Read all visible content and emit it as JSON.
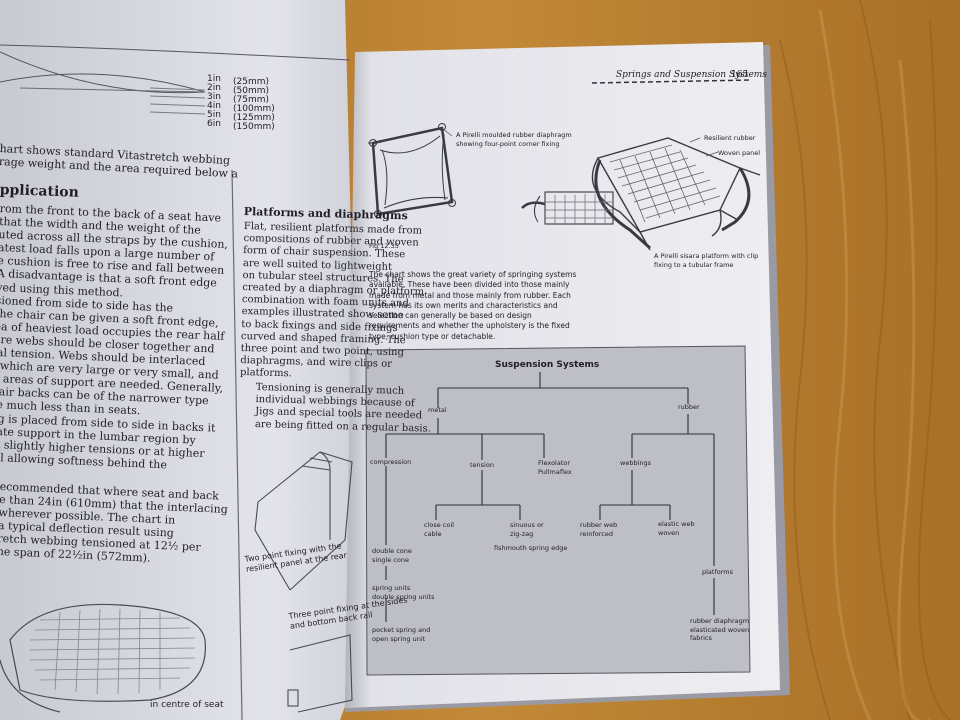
{
  "left_page": {
    "measure_table": [
      {
        "inch": "1in",
        "mm": "(25mm)"
      },
      {
        "inch": "2in",
        "mm": "(50mm)"
      },
      {
        "inch": "3in",
        "mm": "(75mm)"
      },
      {
        "inch": "4in",
        "mm": "(100mm)"
      },
      {
        "inch": "5in",
        "mm": "(125mm)"
      },
      {
        "inch": "6in",
        "mm": "(150mm)"
      }
    ],
    "intro_lines": [
      "hart shows standard Vitastretch webbing",
      "rage weight and the area required below a"
    ],
    "application_heading": "pplication",
    "application_lines": [
      "rom the front to the back of a seat have",
      "that the width and the weight of the",
      "uted across all the straps by the cushion,",
      "atest load falls upon a large number of",
      "e cushion is free to rise and fall between",
      "A disadvantage is that a soft front edge",
      "ved using this method.",
      "sioned from side to side has the",
      "the chair can be given a soft front edge,",
      "ea of heaviest load occupies the rear half",
      "ere webs should be closer together and",
      "ial tension. Webs should be interlaced",
      ", which are very large or very small, and",
      "n areas of support are needed. Generally,",
      "hair backs can be of the narrower type",
      "re much less than in seats.",
      "ng is placed from side to side in backs it",
      "eate support in the lumbar region by",
      "at slightly higher tensions or at higher",
      "till allowing softness behind the"
    ],
    "recommend_lines": [
      "ecommended that where seat and back",
      "e than 24in (610mm) that the interlacing",
      "wherever possible. The chart in",
      "a typical deflection result using",
      "retch webbing tensioned at 12½ per",
      "he span of 22½in (572mm)."
    ],
    "bottom_caption": "in centre of seat",
    "platforms_heading": "Platforms and diaphragms",
    "platforms_lines": [
      "Flat, resilient platforms made from",
      "compositions of rubber and woven",
      "form of chair suspension. These",
      "are well suited to lightweight",
      "on tubular steel structures. The",
      "created by a diaphragm or platform",
      "combination with foam units and",
      "examples illustrated show some",
      "to back fixings and side fixings",
      "curved and shaped framing. The",
      "three point and two point, using",
      "diaphragms, and wire clips or",
      "platforms."
    ],
    "tension_lines": [
      "Tensioning is generally much",
      "individual webbings because of",
      "Jigs and special tools are needed",
      "are being fitted on a regular basis."
    ],
    "two_point_caption": [
      "Two point fixing with the",
      "resilient panel at the rear"
    ],
    "three_point_caption": [
      "Three point fixing at the sides",
      "and bottom back rail"
    ]
  },
  "right_page": {
    "header_title": "Springs and Suspension Systems",
    "page_number": "165",
    "diaphragm_caption": [
      "A Pirelli moulded rubber diaphragm",
      "showing four-point corner fixing"
    ],
    "fig_label": "Fig 12.35",
    "resilient_label": "Resilient rubber",
    "woven_label": "Woven panel",
    "platform_caption": [
      "A Pirelli sisara platform with clip",
      "fixing to a tubular frame"
    ],
    "body_lines": [
      "The chart shows the great variety of springing systems",
      "available. These have been divided into those mainly",
      "made from metal and those mainly from rubber. Each",
      "system has its own merits and characteristics and",
      "selection can generally be based on design",
      "requirements and whether the upholstery is the fixed",
      "type, cushion type or detachable."
    ],
    "tree": {
      "title": "Suspension Systems",
      "metal": "metal",
      "rubber": "rubber",
      "compression": "compression",
      "tension": "tension",
      "flexolator": [
        "Flexolator",
        "Pullmaflex"
      ],
      "webbings": "webbings",
      "close_coil": [
        "close coil",
        "cable"
      ],
      "sinuous": [
        "sinuous or",
        "zig-zag"
      ],
      "fishmouth": "fishmouth spring edge",
      "rubber_web": [
        "rubber web",
        "reinforced"
      ],
      "elastic_web": [
        "elastic web",
        "woven"
      ],
      "double_cone": [
        "double cone",
        "single cone"
      ],
      "spring_units": [
        "spring units",
        "double spring units"
      ],
      "pocket_spring": [
        "pocket spring and",
        "open spring unit"
      ],
      "platforms": "platforms",
      "diaphragm": [
        "rubber diaphragm",
        "elasticated woven",
        "fabrics"
      ]
    }
  }
}
